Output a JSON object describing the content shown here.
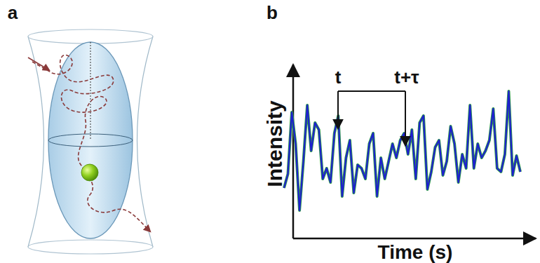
{
  "diagram": {
    "labels": [
      "a",
      "b",
      "t",
      "t+τ",
      "Intensity",
      "Time (s)"
    ]
  }
}
